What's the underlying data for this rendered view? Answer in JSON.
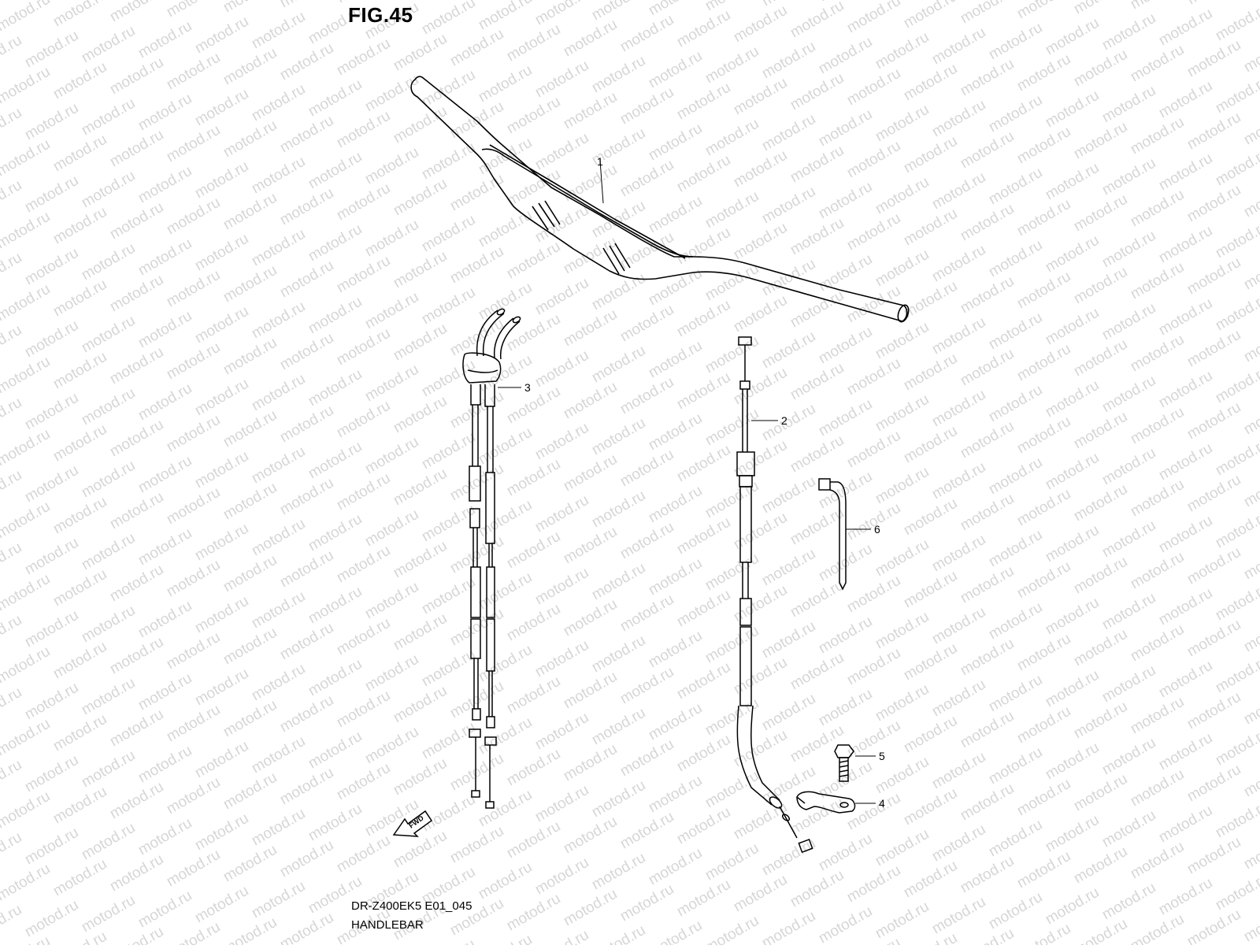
{
  "figure": {
    "title": "FIG.45",
    "model_code": "DR-Z400EK5 E01_045",
    "name": "HANDLEBAR"
  },
  "watermark": {
    "text": "motod.ru",
    "color": "#d6d6d6"
  },
  "callouts": [
    {
      "id": "handlebar",
      "number": "1"
    },
    {
      "id": "clutch-cable",
      "number": "2"
    },
    {
      "id": "throttle-cable",
      "number": "3"
    },
    {
      "id": "clamp-plate",
      "number": "4"
    },
    {
      "id": "bolt",
      "number": "5"
    },
    {
      "id": "wrench-tool",
      "number": "6"
    }
  ],
  "fwd_marker": {
    "label": "FWD"
  },
  "colors": {
    "line": "#000000",
    "background": "#ffffff"
  }
}
